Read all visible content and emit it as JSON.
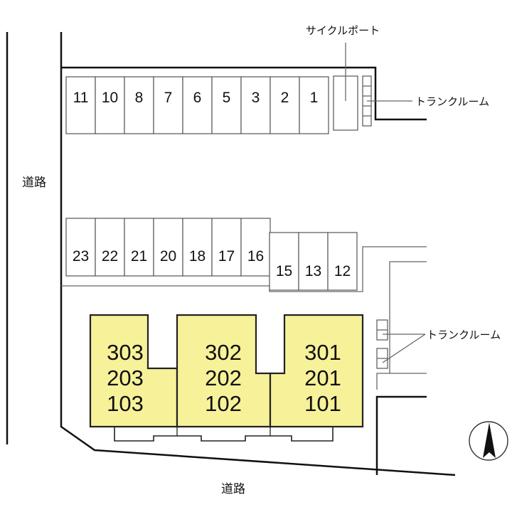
{
  "colors": {
    "building": "#f7f29a",
    "line": "#111111"
  },
  "labels": {
    "road_left": "道路",
    "road_bottom": "道路",
    "cycle_port": "サイクルポート",
    "trunk_room_top": "トランクルーム",
    "trunk_room_right": "トランクルーム"
  },
  "parking": {
    "row1": [
      "11",
      "10",
      "8",
      "7",
      "6",
      "5",
      "3",
      "2",
      "1"
    ],
    "row2": [
      "23",
      "22",
      "21",
      "20",
      "18",
      "17",
      "16"
    ],
    "row3": [
      "15",
      "13",
      "12"
    ]
  },
  "buildings": [
    {
      "units": [
        "303",
        "203",
        "103"
      ]
    },
    {
      "units": [
        "302",
        "202",
        "102"
      ]
    },
    {
      "units": [
        "301",
        "201",
        "101"
      ]
    }
  ],
  "north_arrow_icon": "north-arrow-icon"
}
